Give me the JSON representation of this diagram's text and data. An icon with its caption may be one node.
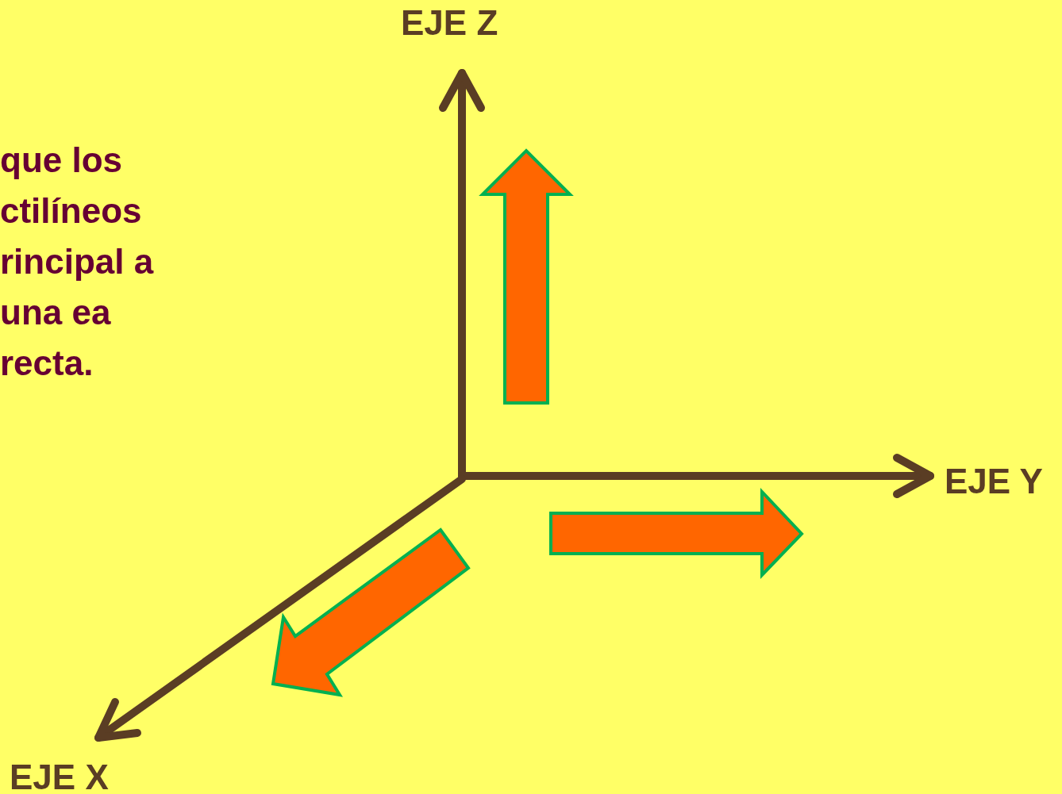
{
  "diagram": {
    "labels": [
      "EJE Z",
      "que los ctilíneos rincipal a una ea recta.",
      "EJE Y",
      "EJE X"
    ]
  }
}
